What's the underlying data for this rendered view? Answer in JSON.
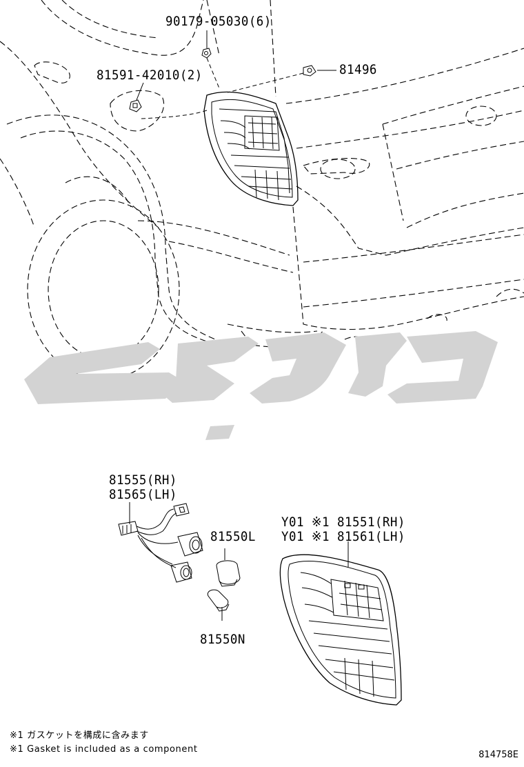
{
  "labels": {
    "bolt": "90179-05030(6)",
    "clip": "81591-42010(2)",
    "nut": "81496",
    "socket_rh": "81555(RH)",
    "socket_lh": "81565(LH)",
    "bulb_l": "81550L",
    "bulb_n": "81550N",
    "lamp_rh": "Y01 ※1 81551(RH)",
    "lamp_lh": "Y01 ※1 81561(LH)"
  },
  "notes": {
    "ja": "※1 ガスケットを構成に含みます",
    "en": "※1 Gasket is included as a component"
  },
  "illustration_code": "814758E",
  "colors": {
    "line": "#000000",
    "watermark": "#d3d3d3",
    "background": "#ffffff"
  }
}
